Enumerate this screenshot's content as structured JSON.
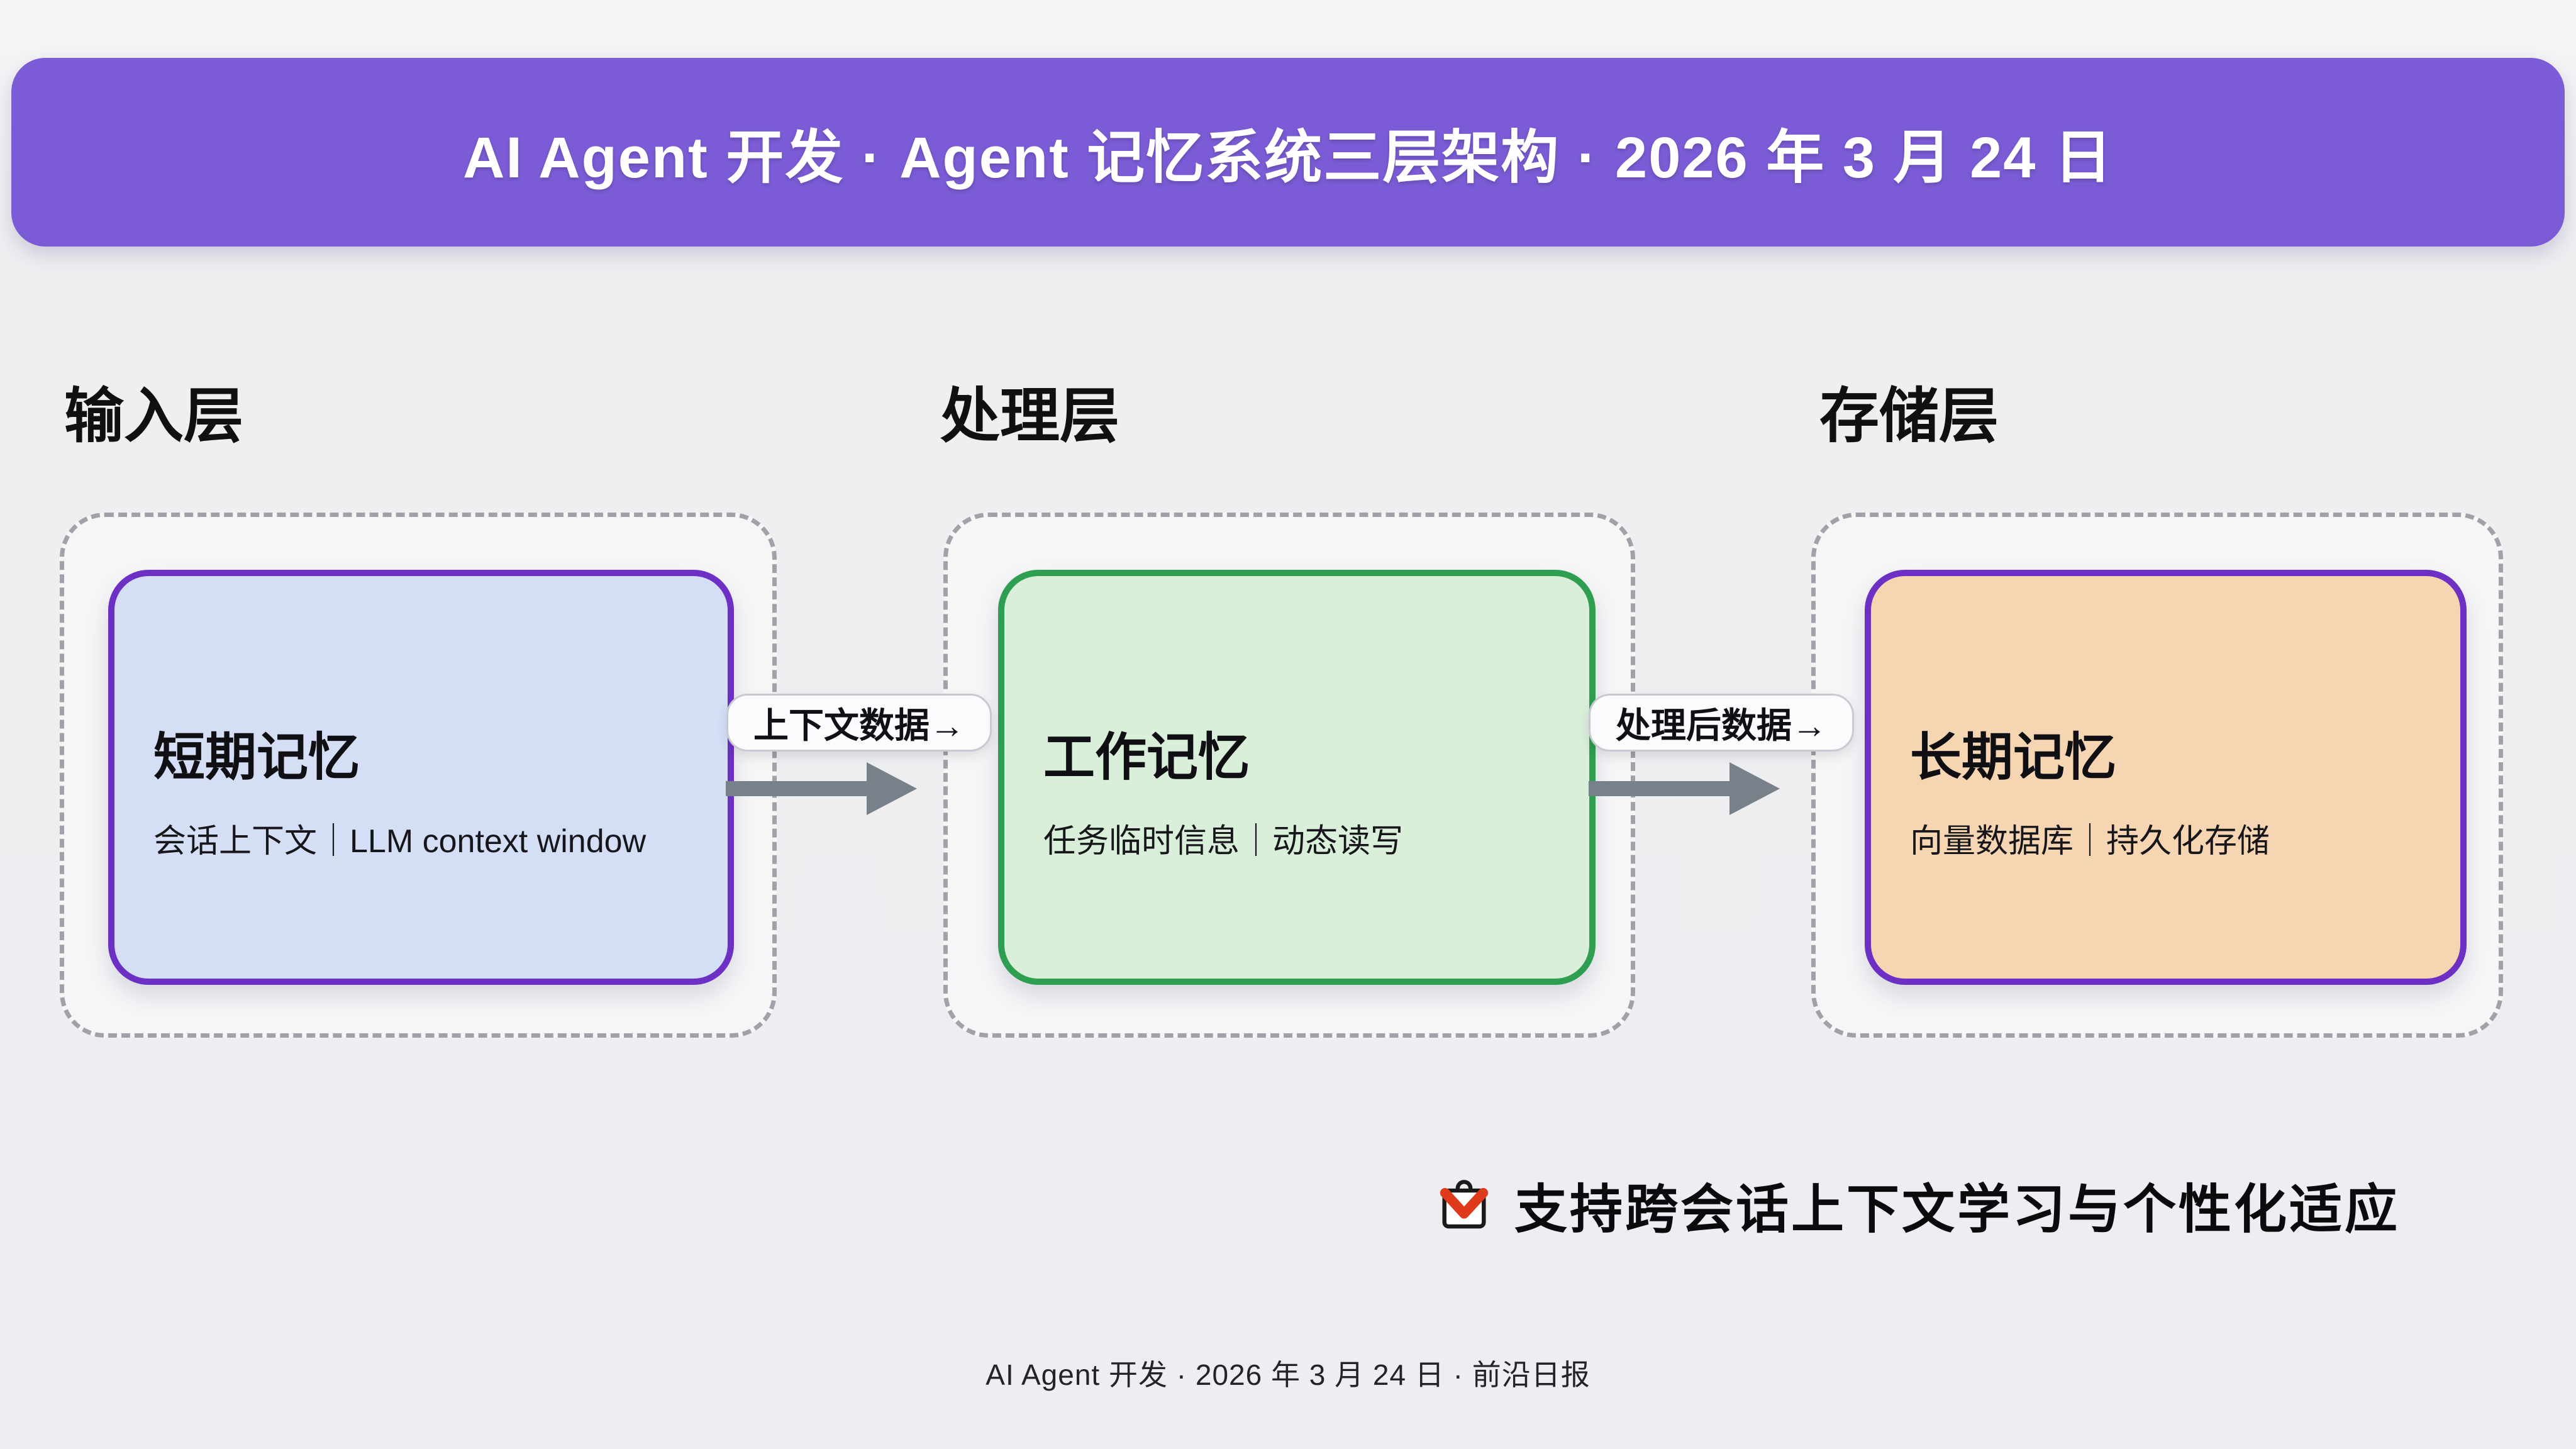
{
  "page": {
    "banner_title": "AI Agent 开发 · Agent 记忆系统三层架构 · 2026 年 3 月 24 日",
    "footer": "AI Agent 开发 · 2026 年 3 月 24 日 · 前沿日报"
  },
  "layers": [
    {
      "label": "输入层",
      "card": {
        "title": "短期记忆",
        "subtitle": "会话上下文｜LLM context window",
        "fill": "#d4def5",
        "border": "#6c30c4"
      }
    },
    {
      "label": "处理层",
      "card": {
        "title": "工作记忆",
        "subtitle": "任务临时信息｜动态读写",
        "fill": "#d9efda",
        "border": "#2e9e50"
      }
    },
    {
      "label": "存储层",
      "card": {
        "title": "长期记忆",
        "subtitle": "向量数据库｜持久化存储",
        "fill": "#f6d6b2",
        "border": "#6c30c4"
      }
    }
  ],
  "flows": [
    {
      "label": "上下文数据→"
    },
    {
      "label": "处理后数据→"
    }
  ],
  "note": {
    "icon": "mail-check-icon",
    "text": "支持跨会话上下文学习与个性化适应"
  },
  "colors": {
    "background": "#eff0f2",
    "banner_bg": "#7b5cd6",
    "banner_text": "#ffffff",
    "dashed_border": "#a1a1aa",
    "arrow": "#788089",
    "icon_outline": "#1a1a1a",
    "icon_check": "#df3a1c"
  }
}
